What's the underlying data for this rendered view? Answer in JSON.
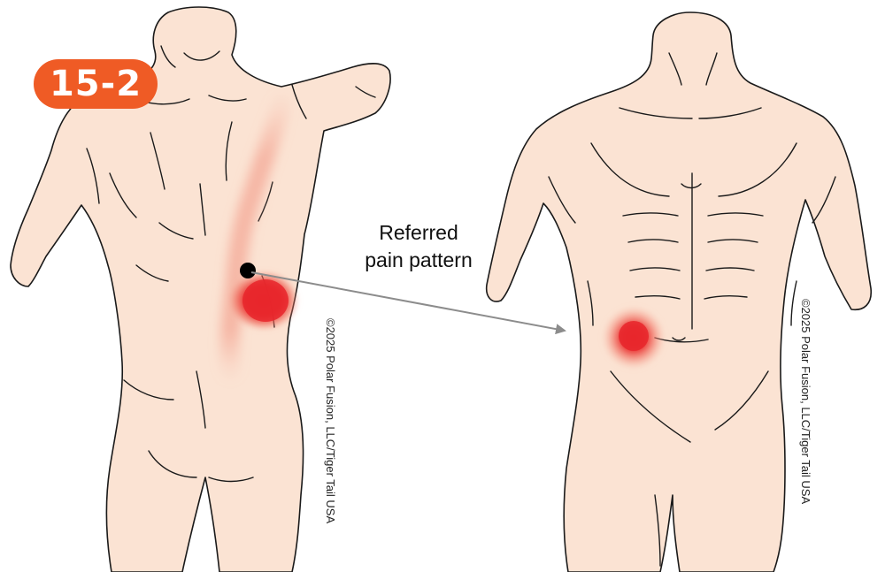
{
  "figure_badge": "15-2",
  "callout": {
    "line1": "Referred",
    "line2": "pain pattern"
  },
  "copyright_back": "©2025 Polar Fusion, LLC/Tiger Tail USA",
  "copyright_front": "©2025 Polar Fusion, LLC/Tiger Tail USA",
  "colors": {
    "skin": "#fbe3d3",
    "outline": "#1a1a1a",
    "badge": "#ef5b25",
    "pain_core": "#e8262b",
    "referred_zone": "#f4a896",
    "arrow": "#8c8c8c",
    "trigger_point": "#000000"
  },
  "icons": [
    "back-torso-illustration",
    "front-torso-illustration",
    "trigger-point-dot",
    "referral-arrow"
  ]
}
